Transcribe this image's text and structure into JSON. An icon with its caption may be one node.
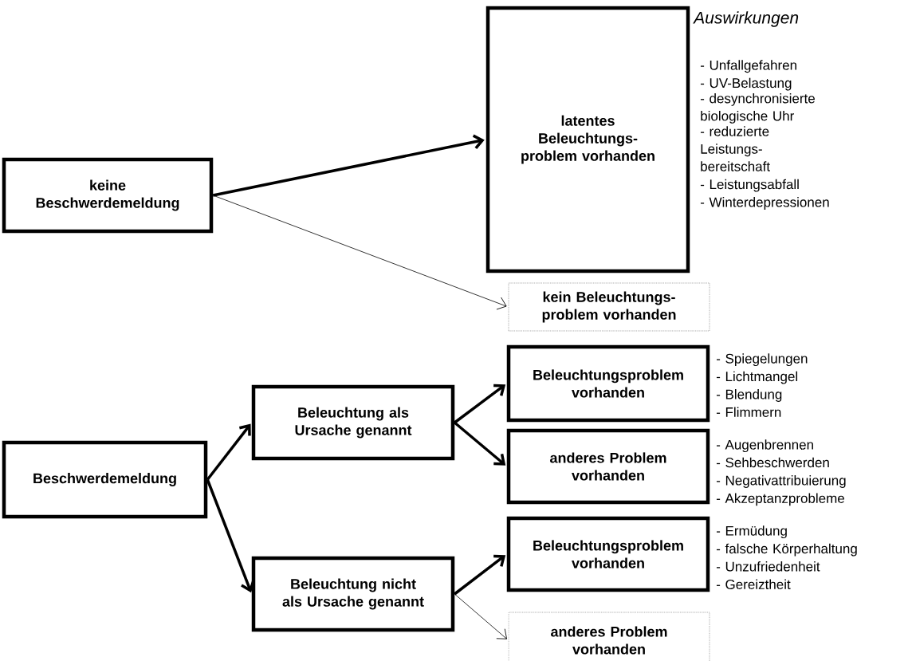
{
  "diagram": {
    "nodes": [
      {
        "text": [
          "keine Beschwerdemeldung"
        ]
      },
      {
        "text": [
          "latentes Beleuchtungs- problem vorhanden"
        ],
        "beside": [
          "- Unfallgefahren",
          "- UV-Belastung",
          "- desynchronisierte biologische Uhr",
          "- reduzierte Leistungs- bereitschaft",
          "- Leistungsabfall",
          "- Winterdepressionen"
        ]
      },
      {
        "text": [
          "kein Beleuchtungs- problem vorhanden"
        ]
      },
      {
        "text": [
          "Beleuchtungsproblem vorhanden"
        ],
        "beside": [
          "- Spiegelungen",
          "- Lichtmangel",
          "- Blendung",
          "- Flimmern"
        ]
      },
      {
        "text": [
          "Beleuchtung als Ursache genannt"
        ]
      },
      {
        "text": [
          "anderes Problem vorhanden"
        ],
        "beside": [
          "- Augenbrennen",
          "- Sehbeschwerden",
          "- Negativattribuierung",
          "- Akzeptanzprobleme"
        ]
      },
      {
        "text": [
          "Beschwerdemeldung"
        ]
      },
      {
        "text": [
          "Beleuchtungsproblem vorhanden"
        ],
        "beside": [
          "- Ermüdung",
          "- falsche Körperhaltung",
          "- Unzufriedenheit",
          "- Gereiztheit"
        ]
      },
      {
        "text": [
          "Beleuchtung nicht als Ursache genannt"
        ]
      },
      {
        "text": [
          "anderes Problem vorhanden"
        ]
      }
    ],
    "edges": [
      {
        "from": 0,
        "to": 1,
        "arrow": "to"
      },
      {
        "from": 0,
        "to": 2,
        "arrow": "to"
      },
      {
        "from": 6,
        "to": 4,
        "arrow": "to"
      },
      {
        "from": 6,
        "to": 8,
        "arrow": "to"
      },
      {
        "from": 4,
        "to": 3,
        "arrow": "to"
      },
      {
        "from": 4,
        "to": 5,
        "arrow": "to"
      },
      {
        "from": 8,
        "to": 7,
        "arrow": "to"
      },
      {
        "from": 8,
        "to": 9,
        "arrow": "to"
      }
    ],
    "labels": [
      "Auswirkungen"
    ]
  }
}
